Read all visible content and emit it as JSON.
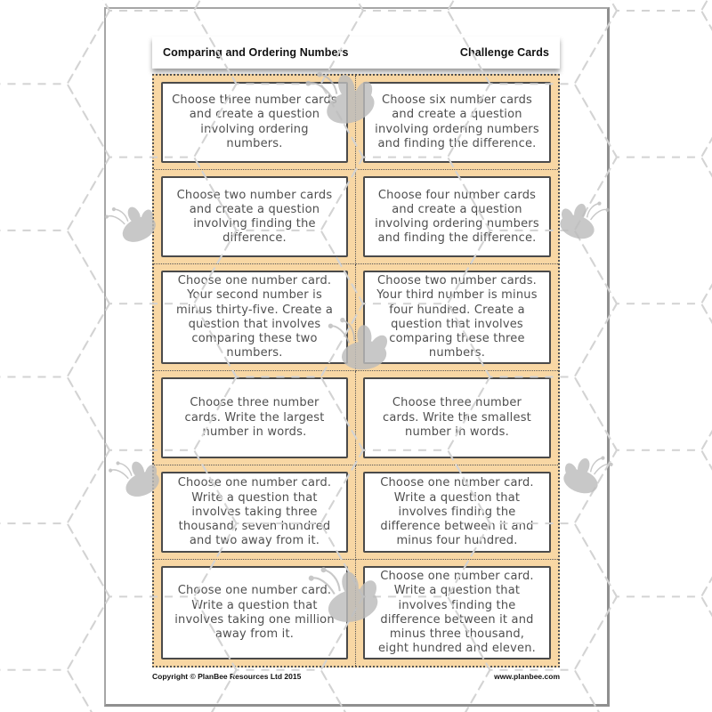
{
  "header": {
    "title": "Comparing and Ordering Numbers",
    "badge": "Challenge Cards"
  },
  "cards": [
    {
      "text": "Choose three number cards and create a question involving ordering numbers."
    },
    {
      "text": "Choose six number cards and create a question involving ordering numbers and finding the difference."
    },
    {
      "text": "Choose two number cards and create a question involving finding the difference."
    },
    {
      "text": "Choose four number cards and create a question involving ordering numbers and finding the difference."
    },
    {
      "text": "Choose one number card. Your second number is minus thirty-five. Create a question that involves comparing these two numbers."
    },
    {
      "text": "Choose two number cards. Your third number is minus four hundred. Create a question that involves comparing these three numbers."
    },
    {
      "text": "Choose three number cards. Write the largest number in words."
    },
    {
      "text": "Choose three number cards. Write the smallest number in words."
    },
    {
      "text": "Choose one number card. Write a question that involves taking three thousand, seven hundred and two away from it."
    },
    {
      "text": "Choose one number card. Write a question that involves finding the difference between it and minus four hundred."
    },
    {
      "text": "Choose one number card. Write a question that involves taking one million away from it."
    },
    {
      "text": "Choose one number card. Write a question that involves finding the difference between it and minus three thousand, eight hundred and eleven."
    }
  ],
  "footer": {
    "copyright": "Copyright © PlanBee Resources Ltd 2015",
    "website": "www.planbee.com"
  },
  "icons": {
    "bee": "bee-silhouette-icon",
    "background": "dashed-honeycomb-pattern"
  },
  "colors": {
    "panel_fill": "#F8D7A4",
    "card_border": "#4a4a4a",
    "card_text": "#4f4f4f",
    "cut_line": "#555555",
    "bee_gray": "#bcbcbc",
    "hex_line": "#d3d3d3",
    "header_text": "#111111"
  }
}
